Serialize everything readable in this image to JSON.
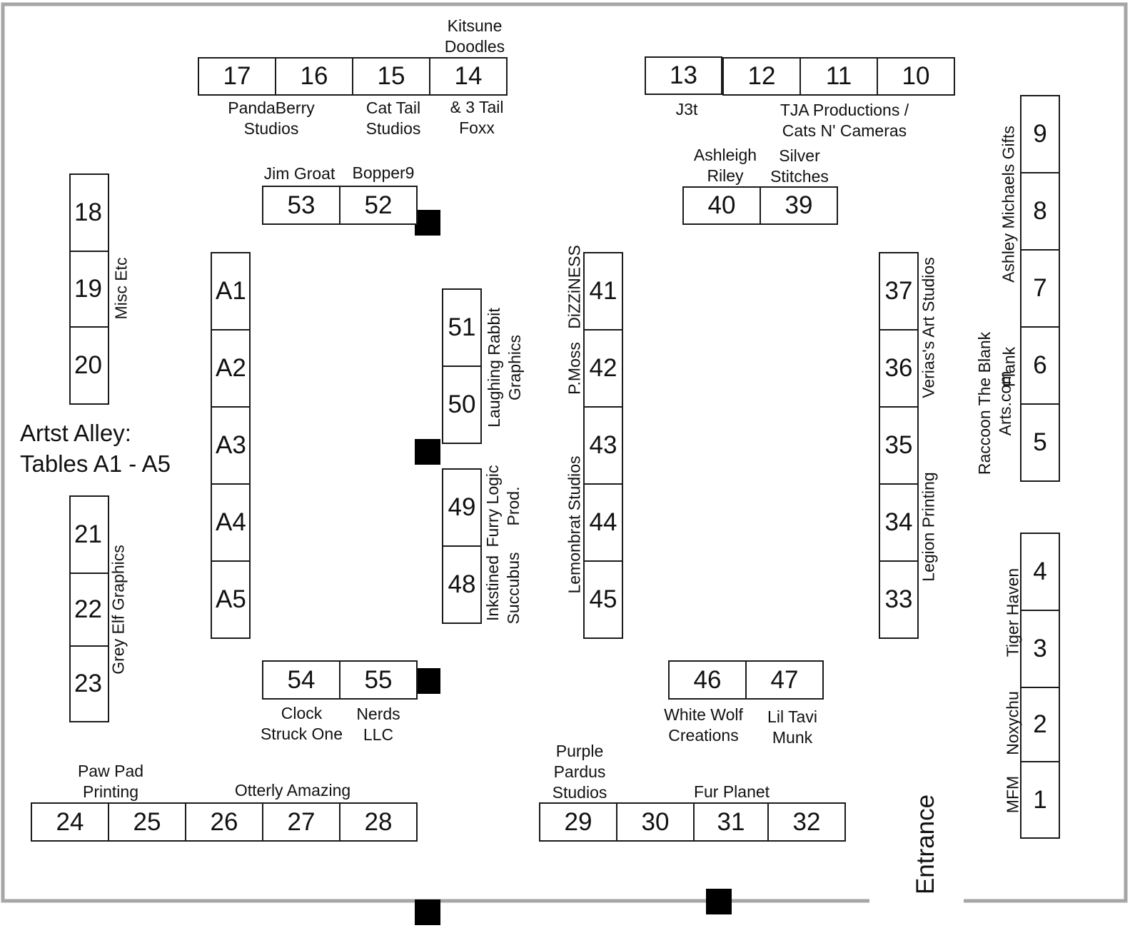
{
  "colors": {
    "wall": "#a6a6a6",
    "table_border": "#1a1a1a",
    "pillar": "#000000"
  },
  "section_label": [
    "Artst Alley:",
    "Tables A1 - A5"
  ],
  "entrance_label": "Entrance",
  "tables": {
    "t1": "1",
    "t2": "2",
    "t3": "3",
    "t4": "4",
    "t5": "5",
    "t6": "6",
    "t7": "7",
    "t8": "8",
    "t9": "9",
    "t10": "10",
    "t11": "11",
    "t12": "12",
    "t13": "13",
    "t14": "14",
    "t15": "15",
    "t16": "16",
    "t17": "17",
    "t18": "18",
    "t19": "19",
    "t20": "20",
    "t21": "21",
    "t22": "22",
    "t23": "23",
    "t24": "24",
    "t25": "25",
    "t26": "26",
    "t27": "27",
    "t28": "28",
    "t29": "29",
    "t30": "30",
    "t31": "31",
    "t32": "32",
    "t33": "33",
    "t34": "34",
    "t35": "35",
    "t36": "36",
    "t37": "37",
    "t39": "39",
    "t40": "40",
    "t41": "41",
    "t42": "42",
    "t43": "43",
    "t44": "44",
    "t45": "45",
    "t46": "46",
    "t47": "47",
    "t48": "48",
    "t49": "49",
    "t50": "50",
    "t51": "51",
    "t52": "52",
    "t53": "53",
    "t54": "54",
    "t55": "55",
    "a1": "A1",
    "a2": "A2",
    "a3": "A3",
    "a4": "A4",
    "a5": "A5"
  },
  "vendors": {
    "kitsune_doodles": [
      "Kitsune",
      "Doodles"
    ],
    "pandaberry": [
      "PandaBerry",
      "Studios"
    ],
    "cat_tail": [
      "Cat Tail",
      "Studios"
    ],
    "three_tail": [
      "& 3 Tail",
      "Foxx"
    ],
    "j3t": [
      "J3t"
    ],
    "tja": [
      "TJA Productions /",
      "Cats N' Cameras"
    ],
    "ashleigh": [
      "Ashleigh",
      "Riley"
    ],
    "silver": [
      "Silver",
      "Stitches"
    ],
    "jim_groat": [
      "Jim Groat"
    ],
    "bopper9": [
      "Bopper9"
    ],
    "misc_etc": [
      "Misc Etc"
    ],
    "laughing_rabbit": [
      "Laughing Rabbit",
      "Graphics"
    ],
    "furry_logic": [
      "Furry Logic",
      "Prod."
    ],
    "inkstined": [
      "Inkstined",
      "Succubus"
    ],
    "dizziness": [
      "DiZZiNESS"
    ],
    "pmoss": [
      "P.Moss"
    ],
    "lemonbrat": [
      "Lemonbrat Studios"
    ],
    "verias": [
      "Verias's Art Studios"
    ],
    "legion": [
      "Legion Printing"
    ],
    "ashley_michaels": [
      "Ashley Michaels Gifts"
    ],
    "raccoon": [
      "Raccoon The Blank",
      "Arts.com"
    ],
    "flank": [
      "Flank"
    ],
    "tiger_haven": [
      "Tiger Haven"
    ],
    "noxychu": [
      "Noxychu"
    ],
    "mfm": [
      "MFM"
    ],
    "grey_elf": [
      "Grey Elf Graphics"
    ],
    "clock_struck": [
      "Clock",
      "Struck One"
    ],
    "nerds_llc": [
      "Nerds",
      "LLC"
    ],
    "white_wolf": [
      "White Wolf",
      "Creations"
    ],
    "lil_tavi": [
      "Lil Tavi",
      "Munk"
    ],
    "purple_pardus": [
      "Purple",
      "Pardus",
      "Studios"
    ],
    "fur_planet": [
      "Fur Planet"
    ],
    "paw_pad": [
      "Paw Pad",
      "Printing"
    ],
    "otterly": [
      "Otterly Amazing"
    ]
  }
}
